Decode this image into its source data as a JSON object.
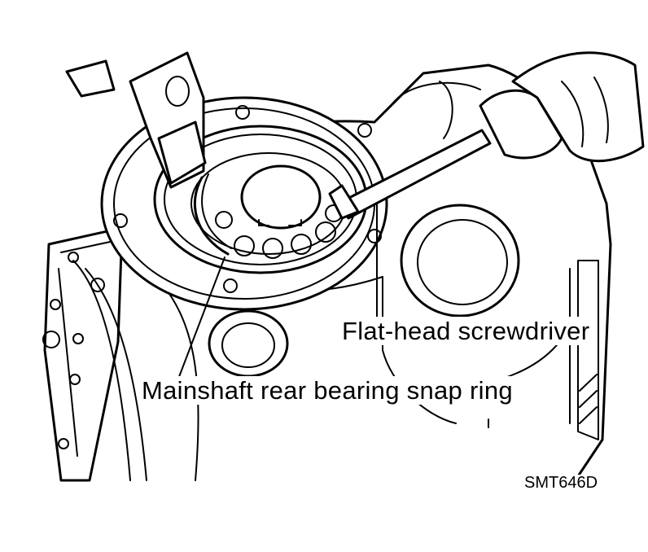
{
  "callouts": {
    "screwdriver": "Flat-head screwdriver",
    "snap_ring": "Mainshaft rear bearing snap ring"
  },
  "figure_code": "SMT646D",
  "colors": {
    "ink": "#000000",
    "paper": "#ffffff"
  }
}
